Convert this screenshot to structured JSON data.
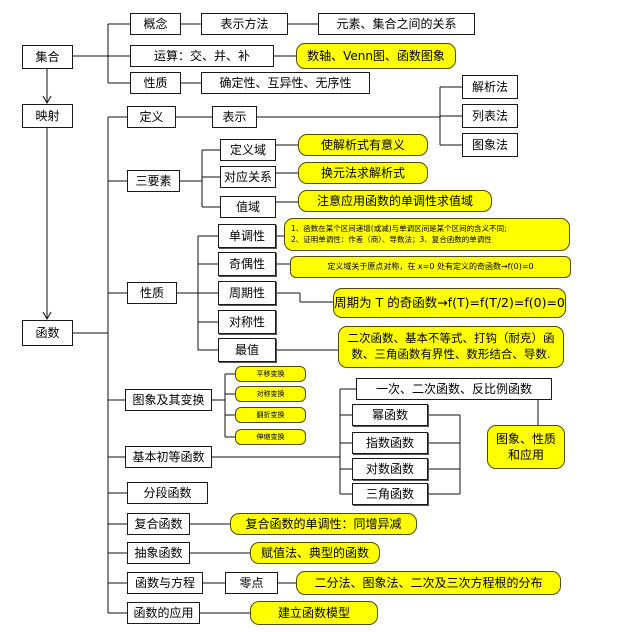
{
  "nodes": {
    "jihe": "集合",
    "yingshe": "映射",
    "hanshu": "函数",
    "gainian": "概念",
    "biaoshifangfa": "表示方法",
    "yuansu_guanxi": "元素、集合之间的关系",
    "yunsuan": "运算：交、并、补",
    "yunsuan_tool": "数轴、Venn图、函数图象",
    "xingzhi_set": "性质",
    "xingzhi_set_detail": "确定性、互异性、无序性",
    "dingyi": "定义",
    "biaoshi": "表示",
    "jiexifa": "解析法",
    "liebiaofa": "列表法",
    "tuxiangfa": "图象法",
    "sanyaosu": "三要素",
    "dingyiyu": "定义域",
    "dingyiyu_note": "使解析式有意义",
    "duiying": "对应关系",
    "duiying_note": "换元法求解析式",
    "zhiyu": "值域",
    "zhiyu_note": "注意应用函数的单调性求值域",
    "xingzhi_fn": "性质",
    "dandiao": "单调性",
    "dandiao_note_1": "1、函数在某个区间递增(或减)与单调区间是某个区间的含义不同;",
    "dandiao_note_2": "2、证明单调性：作差（商）、导数法；3、复合函数的单调性",
    "jiou": "奇偶性",
    "jiou_note": "定义域关于原点对称，在 x=0 处有定义的奇函数→f(0)=0",
    "zhouqi": "周期性",
    "zhouqi_note": "周期为 T 的奇函数→f(T)=f(T/2)=f(0)=0",
    "duichen": "对称性",
    "zuizhi": "最值",
    "zuizhi_note_1": "二次函数、基本不等式、打钩（耐克）函",
    "zuizhi_note_2": "数、三角函数有界性、数形结合、导数.",
    "tuxiang_bianhuan": "图象及其变换",
    "pingyi": "平移变换",
    "duichen_bh": "对称变换",
    "fanzhe": "翻折变换",
    "shensuo": "伸缩变换",
    "jiben_chudeng": "基本初等函数",
    "yici_erci": "一次、二次函数、反比例函数",
    "mi": "幂函数",
    "zhishu": "指数函数",
    "duishu": "对数函数",
    "sanjiao": "三角函数",
    "tuxiang_xingzhi_1": "图象、性质",
    "tuxiang_xingzhi_2": "和应用",
    "fenduan": "分段函数",
    "fuhe": "复合函数",
    "fuhe_note": "复合函数的单调性：同增异减",
    "chouxiang": "抽象函数",
    "chouxiang_note": "赋值法、典型的函数",
    "fangcheng": "函数与方程",
    "lingdian": "零点",
    "lingdian_note": "二分法、图象法、二次及三次方程根的分布",
    "yingyong": "函数的应用",
    "yingyong_note": "建立函数模型"
  },
  "colors": {
    "highlight": "#ffff00",
    "box_border": "#1a1a1a",
    "line": "#111111"
  }
}
